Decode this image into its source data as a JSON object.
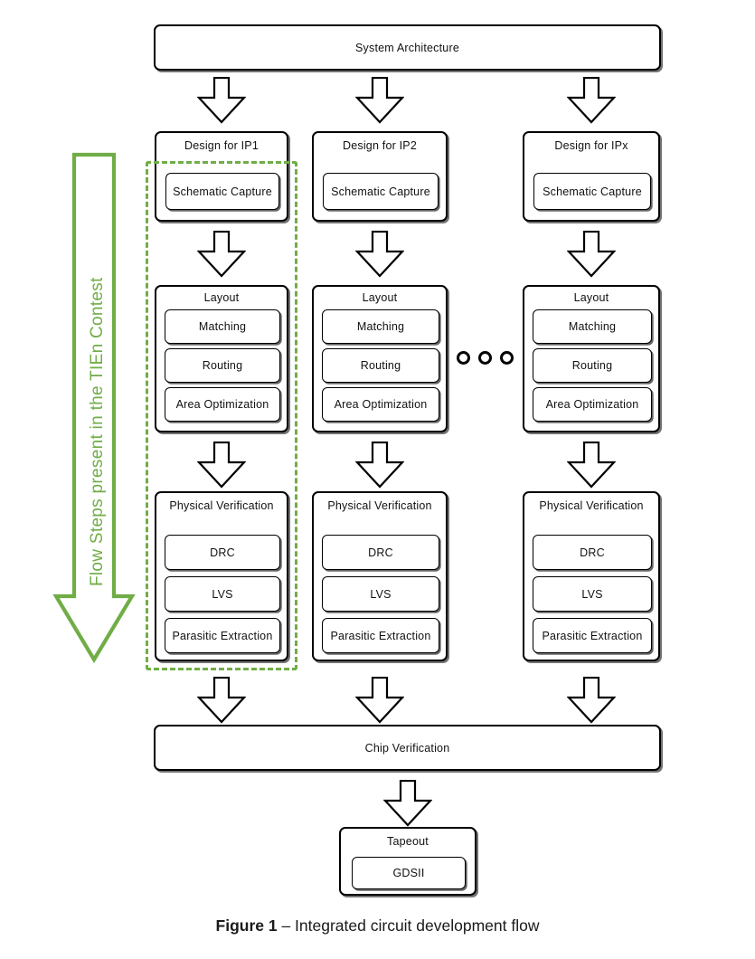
{
  "figure": {
    "caption_bold": "Figure 1",
    "caption_rest": " – Integrated circuit development flow"
  },
  "colors": {
    "highlight_green": "#70AD47",
    "outline_black": "#000000",
    "background": "#ffffff"
  },
  "top": {
    "label": "System Architecture"
  },
  "highlight": {
    "label": "Flow Steps present in the TIEn Contest"
  },
  "ellipsis": {
    "label": "continuation-dots",
    "count": 3
  },
  "columns": [
    {
      "design": {
        "title": "Design for IP1",
        "items": [
          "Schematic Capture"
        ]
      },
      "layout": {
        "title": "Layout",
        "items": [
          "Matching",
          "Routing",
          "Area Optimization"
        ]
      },
      "verification": {
        "title": "Physical Verification",
        "items": [
          "DRC",
          "LVS",
          "Parasitic Extraction"
        ]
      }
    },
    {
      "design": {
        "title": "Design for IP2",
        "items": [
          "Schematic Capture"
        ]
      },
      "layout": {
        "title": "Layout",
        "items": [
          "Matching",
          "Routing",
          "Area Optimization"
        ]
      },
      "verification": {
        "title": "Physical Verification",
        "items": [
          "DRC",
          "LVS",
          "Parasitic Extraction"
        ]
      }
    },
    {
      "design": {
        "title": "Design for IPx",
        "items": [
          "Schematic Capture"
        ]
      },
      "layout": {
        "title": "Layout",
        "items": [
          "Matching",
          "Routing",
          "Area Optimization"
        ]
      },
      "verification": {
        "title": "Physical Verification",
        "items": [
          "DRC",
          "LVS",
          "Parasitic Extraction"
        ]
      }
    }
  ],
  "chip_verification": {
    "label": "Chip Verification"
  },
  "tapeout": {
    "title": "Tapeout",
    "items": [
      "GDSII"
    ]
  }
}
